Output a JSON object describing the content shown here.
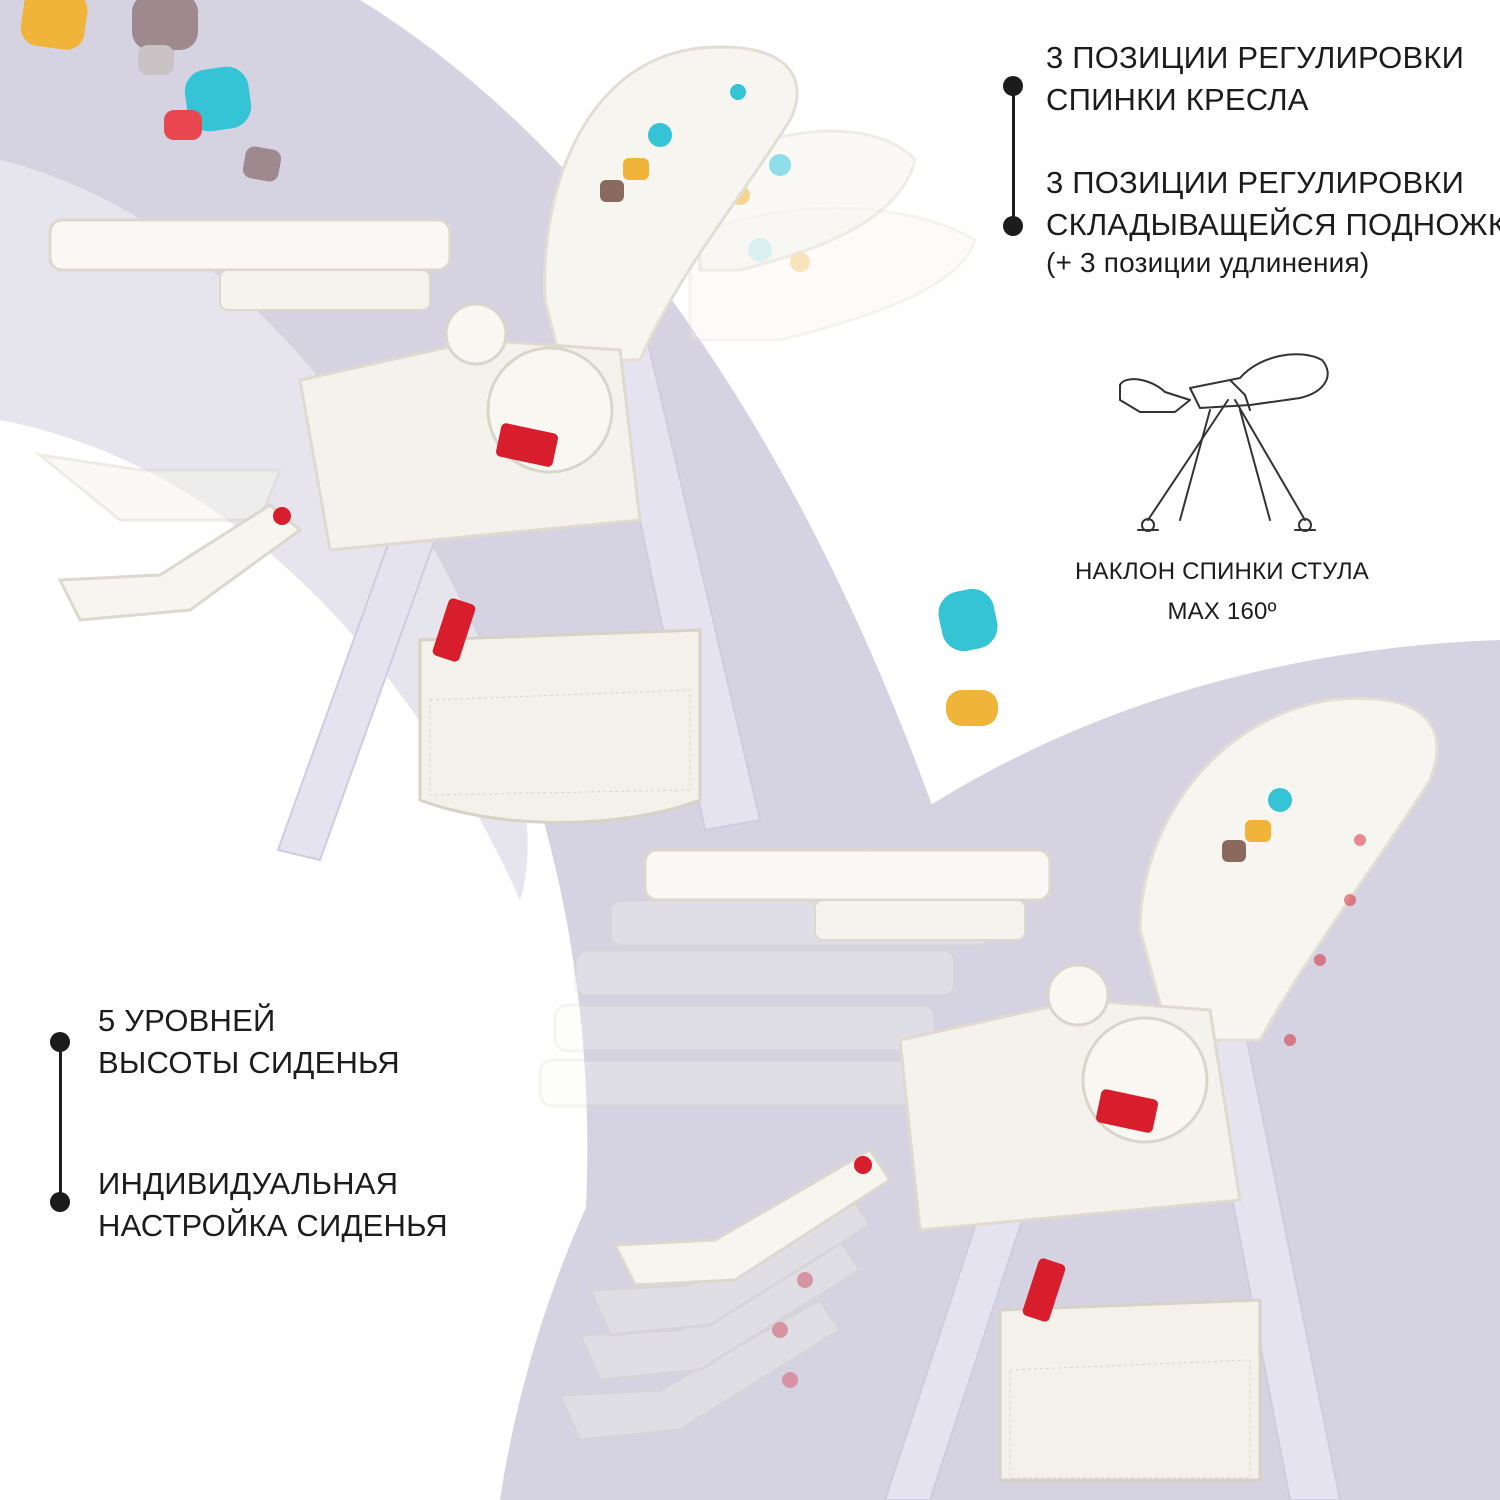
{
  "features_top": [
    {
      "lines": [
        "3 ПОЗИЦИИ РЕГУЛИРОВКИ",
        "СПИНКИ КРЕСЛА"
      ]
    },
    {
      "lines": [
        "3 ПОЗИЦИИ РЕГУЛИРОВКИ",
        "СКЛАДЫВАЩЕЙСЯ ПОДНОЖКИ"
      ],
      "note": "(+ 3 позиции удлинения)"
    }
  ],
  "recline": {
    "line1": "НАКЛОН СПИНКИ СТУЛА",
    "line2": "MAX 160º",
    "icon": "folded-high-chair-outline-icon"
  },
  "features_bottom": [
    {
      "lines": [
        "5 УРОВНЕЙ",
        "ВЫСОТЫ СИДЕНЬЯ"
      ]
    },
    {
      "lines": [
        "ИНДИВИДУАЛЬНАЯ",
        "НАСТРОЙКА СИДЕНЬЯ"
      ]
    }
  ],
  "colors": {
    "background": "#ffffff",
    "band": "#d5d3e1",
    "band_light": "#e6e5ee",
    "chair_white": "#f7f5ef",
    "accent_red": "#d81e2c",
    "accent_blue": "#35c3d6",
    "accent_yellow": "#f0b43a",
    "accent_mauve": "#9e8a8e",
    "text": "#1c1c1c"
  }
}
